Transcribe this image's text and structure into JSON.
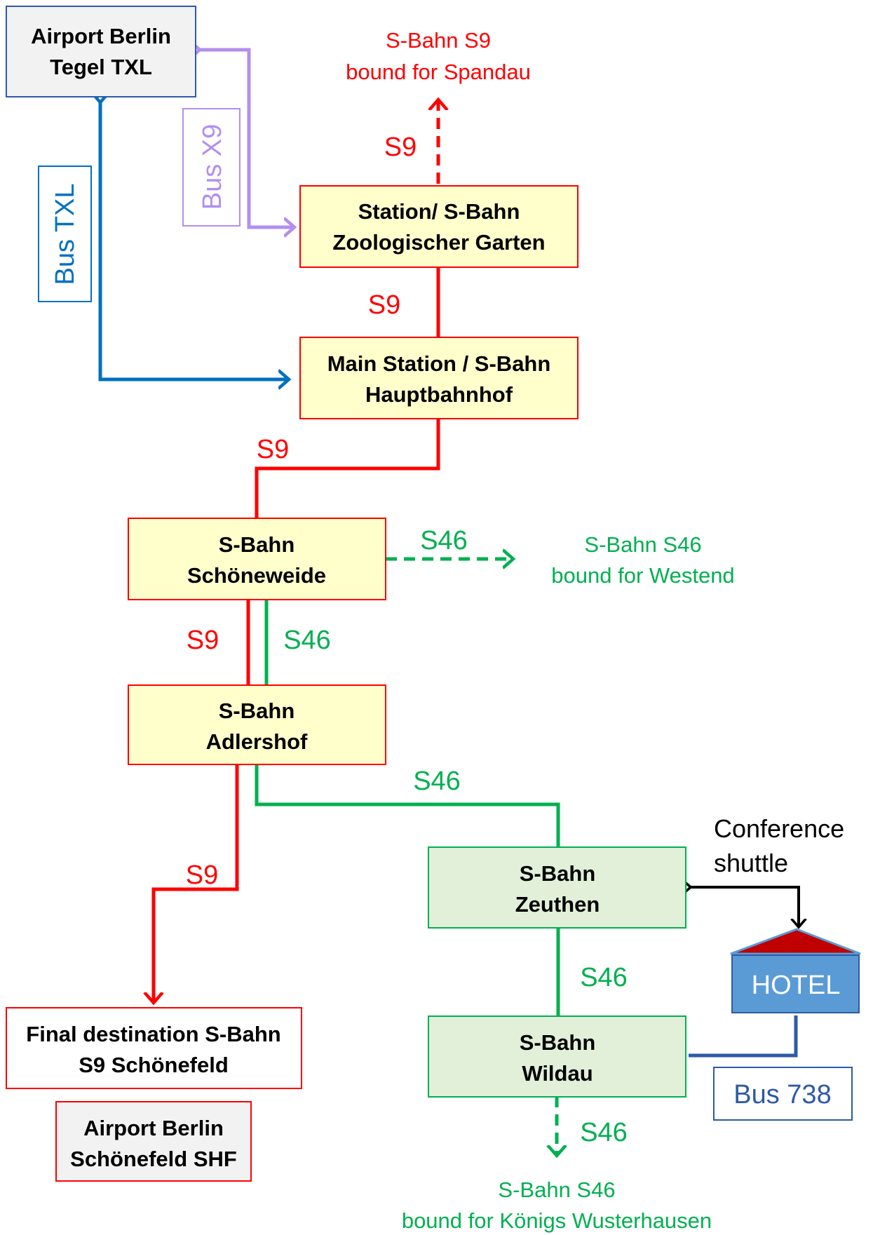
{
  "stations": {
    "tegel": {
      "line1": "Airport Berlin",
      "line2": "Tegel TXL"
    },
    "zoo": {
      "line1": "Station/ S-Bahn",
      "line2": "Zoologischer Garten"
    },
    "hbf": {
      "line1": "Main Station / S-Bahn",
      "line2": "Hauptbahnhof"
    },
    "schoeneweide": {
      "line1": "S-Bahn",
      "line2": "Schöneweide"
    },
    "adlershof": {
      "line1": "S-Bahn",
      "line2": "Adlershof"
    },
    "zeuthen": {
      "line1": "S-Bahn",
      "line2": "Zeuthen"
    },
    "wildau": {
      "line1": "S-Bahn",
      "line2": "Wildau"
    },
    "final": {
      "line1": "Final destination S-Bahn",
      "line2": "S9 Schönefeld"
    },
    "schoenefeld": {
      "line1": "Airport Berlin",
      "line2": "Schönefeld SHF"
    }
  },
  "destinations": {
    "spandau": {
      "line1": "S-Bahn S9",
      "line2": "bound for Spandau"
    },
    "westend": {
      "line1": "S-Bahn S46",
      "line2": "bound for Westend"
    },
    "koenigs": {
      "line1": "S-Bahn S46",
      "line2": "bound for Königs Wusterhausen"
    }
  },
  "line_labels": {
    "s9_spandau": "S9",
    "s9_zoo_hbf": "S9",
    "s9_hbf_schoeneweide": "S9",
    "s9_schoeneweide_adlershof": "S9",
    "s46_schoeneweide_adlershof": "S46",
    "s46_westend": "S46",
    "s46_adlershof_zeuthen": "S46",
    "s9_adlershof_final": "S9",
    "s46_zeuthen_wildau": "S46",
    "s46_koenigs": "S46"
  },
  "bus": {
    "txl": "Bus TXL",
    "x9": "Bus X9",
    "b738": "Bus 738"
  },
  "hotel": {
    "label": "HOTEL",
    "shuttle_line1": "Conference",
    "shuttle_line2": "shuttle"
  },
  "colors": {
    "s9": "#ff0000",
    "s46": "#00b050",
    "bus_txl": "#0070c0",
    "bus_x9": "#b38fee",
    "bus_738": "#2e5aa7",
    "station_fill": "#ffffcc",
    "station_green_fill": "#e2efd9",
    "airport_fill": "#f2f2f2",
    "hotel_fill": "#5b9bd5",
    "hotel_roof": "#c00000"
  }
}
